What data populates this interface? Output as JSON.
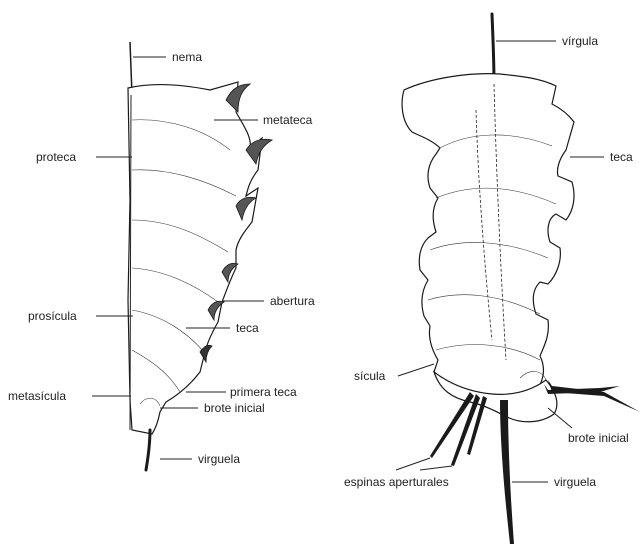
{
  "left_specimen": {
    "labels": {
      "nema": "nema",
      "metateca": "metateca",
      "proteca": "proteca",
      "abertura": "abertura",
      "prosicula": "prosícula",
      "teca": "teca",
      "primera_teca": "primera teca",
      "metasicula": "metasícula",
      "brote_inicial": "brote inicial",
      "virguela": "virguela"
    }
  },
  "right_specimen": {
    "labels": {
      "virgula": "vírgula",
      "teca": "teca",
      "sicula": "sícula",
      "brote_inicial": "brote inicial",
      "espinas_aperturales": "espinas aperturales",
      "virguela": "virguela"
    }
  },
  "colors": {
    "line": "#1a1a1a",
    "fill": "#ffffff",
    "aperture": "#555555"
  }
}
